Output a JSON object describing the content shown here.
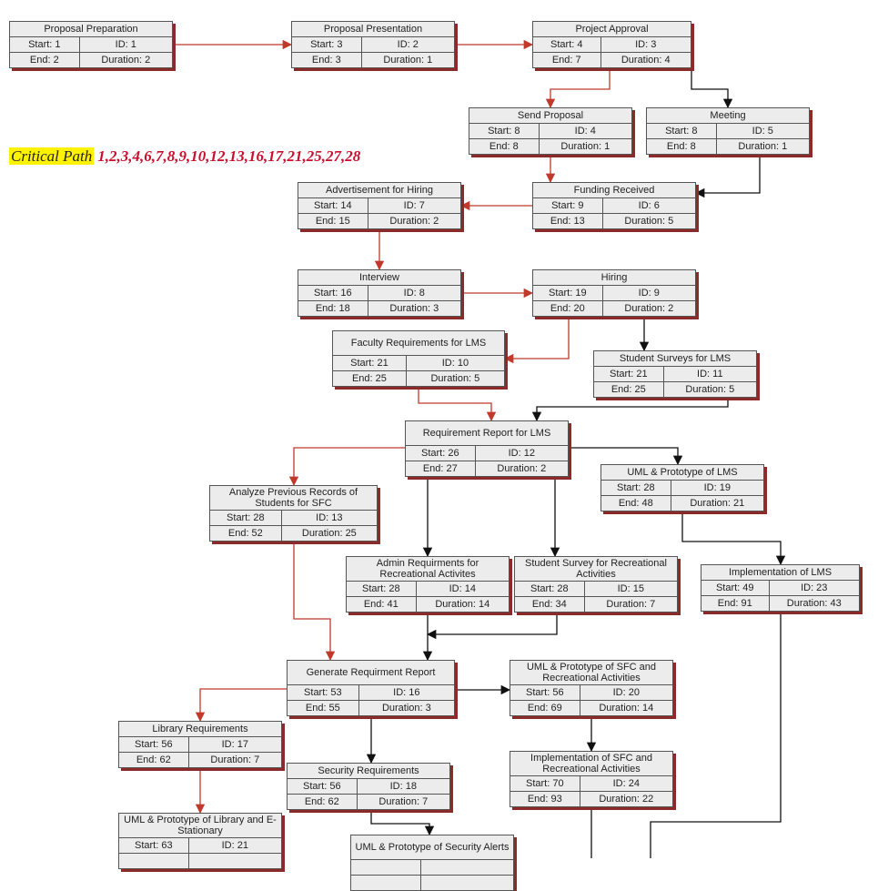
{
  "critical_path": {
    "label": "Critical Path",
    "sequence": "1,2,3,4,6,7,8,9,10,12,13,16,17,21,25,27,28"
  },
  "colors": {
    "critical_edge": "#c0392b",
    "normal_edge": "#111111",
    "box_fill": "#ececec",
    "box_border": "#555555",
    "box_shadow": "#8c2a2a",
    "highlight": "#fff200",
    "critical_text": "#c8102e"
  },
  "tasks": [
    {
      "id": "1",
      "title": "Proposal Preparation",
      "start": "Start: 1",
      "id_text": "ID: 1",
      "end": "End: 2",
      "duration": "Duration: 2"
    },
    {
      "id": "2",
      "title": "Proposal Presentation",
      "start": "Start: 3",
      "id_text": "ID: 2",
      "end": "End: 3",
      "duration": "Duration: 1"
    },
    {
      "id": "3",
      "title": "Project Approval",
      "start": "Start: 4",
      "id_text": "ID: 3",
      "end": "End: 7",
      "duration": "Duration: 4"
    },
    {
      "id": "4",
      "title": "Send Proposal",
      "start": "Start: 8",
      "id_text": "ID: 4",
      "end": "End: 8",
      "duration": "Duration: 1"
    },
    {
      "id": "5",
      "title": "Meeting",
      "start": "Start: 8",
      "id_text": "ID: 5",
      "end": "End: 8",
      "duration": "Duration: 1"
    },
    {
      "id": "6",
      "title": "Funding Received",
      "start": "Start: 9",
      "id_text": "ID: 6",
      "end": "End: 13",
      "duration": "Duration: 5"
    },
    {
      "id": "7",
      "title": "Advertisement for Hiring",
      "start": "Start: 14",
      "id_text": "ID: 7",
      "end": "End: 15",
      "duration": "Duration: 2"
    },
    {
      "id": "8",
      "title": "Interview",
      "start": "Start: 16",
      "id_text": "ID: 8",
      "end": "End: 18",
      "duration": "Duration: 3"
    },
    {
      "id": "9",
      "title": "Hiring",
      "start": "Start: 19",
      "id_text": "ID: 9",
      "end": "End: 20",
      "duration": "Duration: 2"
    },
    {
      "id": "10",
      "title": "Faculty Requirements for LMS",
      "start": "Start: 21",
      "id_text": "ID: 10",
      "end": "End: 25",
      "duration": "Duration: 5"
    },
    {
      "id": "11",
      "title": "Student Surveys for LMS",
      "start": "Start: 21",
      "id_text": "ID: 11",
      "end": "End: 25",
      "duration": "Duration: 5"
    },
    {
      "id": "12",
      "title": "Requirement Report for LMS",
      "start": "Start: 26",
      "id_text": "ID: 12",
      "end": "End: 27",
      "duration": "Duration: 2"
    },
    {
      "id": "19",
      "title": "UML & Prototype of LMS",
      "start": "Start: 28",
      "id_text": "ID: 19",
      "end": "End: 48",
      "duration": "Duration: 21"
    },
    {
      "id": "13",
      "title": "Analyze Previous Records of Students for SFC",
      "start": "Start: 28",
      "id_text": "ID: 13",
      "end": "End: 52",
      "duration": "Duration: 25"
    },
    {
      "id": "14",
      "title": "Admin Requirments for Recreational Activites",
      "start": "Start: 28",
      "id_text": "ID: 14",
      "end": "End: 41",
      "duration": "Duration: 14"
    },
    {
      "id": "15",
      "title": "Student Survey for Recreational Activities",
      "start": "Start: 28",
      "id_text": "ID: 15",
      "end": "End: 34",
      "duration": "Duration: 7"
    },
    {
      "id": "23",
      "title": "Implementation of LMS",
      "start": "Start: 49",
      "id_text": "ID: 23",
      "end": "End: 91",
      "duration": "Duration: 43"
    },
    {
      "id": "16",
      "title": "Generate Requirment Report",
      "start": "Start: 53",
      "id_text": "ID: 16",
      "end": "End: 55",
      "duration": "Duration: 3"
    },
    {
      "id": "20",
      "title": "UML & Prototype of SFC and Recreational Activities",
      "start": "Start: 56",
      "id_text": "ID: 20",
      "end": "End: 69",
      "duration": "Duration: 14"
    },
    {
      "id": "17",
      "title": "Library Requirements",
      "start": "Start: 56",
      "id_text": "ID: 17",
      "end": "End: 62",
      "duration": "Duration: 7"
    },
    {
      "id": "18",
      "title": "Security Requirements",
      "start": "Start: 56",
      "id_text": "ID: 18",
      "end": "End: 62",
      "duration": "Duration: 7"
    },
    {
      "id": "24",
      "title": "Implementation of SFC and Recreational Activities",
      "start": "Start: 70",
      "id_text": "ID: 24",
      "end": "End: 93",
      "duration": "Duration: 22"
    },
    {
      "id": "21",
      "title": "UML & Prototype of Library and E-Stationary",
      "start": "Start: 63",
      "id_text": "ID: 21",
      "end": "",
      "duration": ""
    },
    {
      "id": "22",
      "title": "UML & Prototype of Security Alerts",
      "start": "",
      "id_text": "",
      "end": "",
      "duration": ""
    }
  ],
  "edges": [
    {
      "from": "1",
      "to": "2",
      "critical": true
    },
    {
      "from": "2",
      "to": "3",
      "critical": true
    },
    {
      "from": "3",
      "to": "4",
      "critical": true
    },
    {
      "from": "3",
      "to": "5",
      "critical": false
    },
    {
      "from": "4",
      "to": "6",
      "critical": true
    },
    {
      "from": "5",
      "to": "6",
      "critical": false
    },
    {
      "from": "6",
      "to": "7",
      "critical": true
    },
    {
      "from": "7",
      "to": "8",
      "critical": true
    },
    {
      "from": "8",
      "to": "9",
      "critical": true
    },
    {
      "from": "9",
      "to": "10",
      "critical": true
    },
    {
      "from": "9",
      "to": "11",
      "critical": false
    },
    {
      "from": "10",
      "to": "12",
      "critical": true
    },
    {
      "from": "11",
      "to": "12",
      "critical": false
    },
    {
      "from": "12",
      "to": "13",
      "critical": true
    },
    {
      "from": "12",
      "to": "19",
      "critical": false
    },
    {
      "from": "12",
      "to": "14",
      "critical": false
    },
    {
      "from": "12",
      "to": "15",
      "critical": false
    },
    {
      "from": "19",
      "to": "23",
      "critical": false
    },
    {
      "from": "13",
      "to": "16",
      "critical": true
    },
    {
      "from": "14",
      "to": "16",
      "critical": false
    },
    {
      "from": "15",
      "to": "16",
      "critical": false
    },
    {
      "from": "16",
      "to": "17",
      "critical": true
    },
    {
      "from": "16",
      "to": "18",
      "critical": false
    },
    {
      "from": "16",
      "to": "20",
      "critical": false
    },
    {
      "from": "20",
      "to": "24",
      "critical": false
    },
    {
      "from": "17",
      "to": "21",
      "critical": true
    },
    {
      "from": "18",
      "to": "22",
      "critical": false
    },
    {
      "from": "23",
      "to": "",
      "critical": false
    },
    {
      "from": "24",
      "to": "",
      "critical": false
    }
  ]
}
